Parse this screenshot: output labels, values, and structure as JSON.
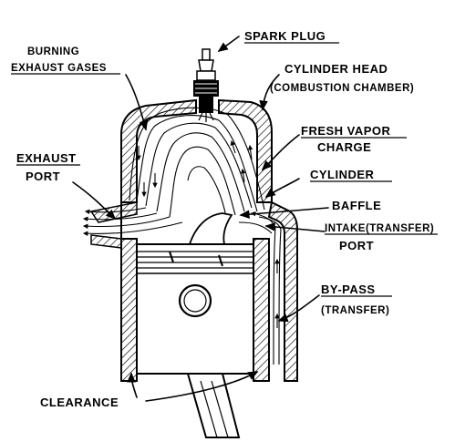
{
  "labels": {
    "spark_plug": "SPARK PLUG",
    "burning_1": "BURNING",
    "burning_2": "EXHAUST GASES",
    "cylinder_head_1": "CYLINDER HEAD",
    "cylinder_head_2": "(COMBUSTION CHAMBER)",
    "fresh_vapor_1": "FRESH VAPOR",
    "fresh_vapor_2": "CHARGE",
    "exhaust_port_1": "EXHAUST",
    "exhaust_port_2": "PORT",
    "cylinder": "CYLINDER",
    "baffle": "BAFFLE",
    "intake_1": "INTAKE(TRANSFER)",
    "intake_2": "PORT",
    "bypass_1": "BY-PASS",
    "bypass_2": "(TRANSFER)",
    "clearance": "CLEARANCE"
  }
}
